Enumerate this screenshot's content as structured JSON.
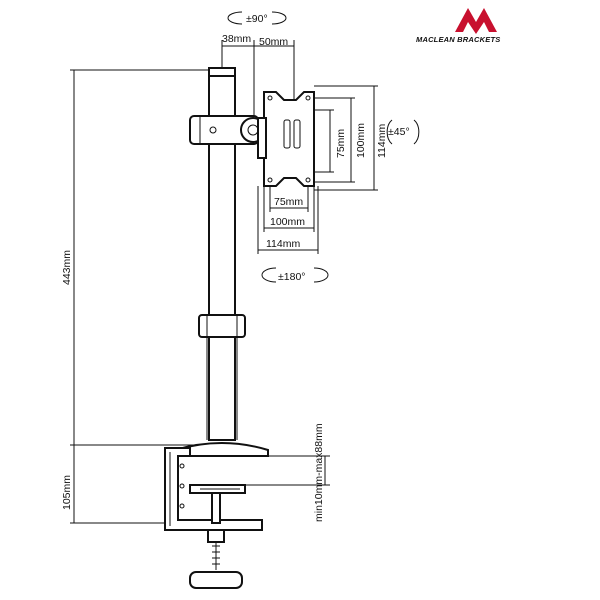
{
  "brand": {
    "name": "MACLEAN BRACKETS",
    "mark_color": "#c8102e"
  },
  "dimensions": {
    "total_height": "443mm",
    "clamp_height": "105mm",
    "desk_thickness": "min10mm-max88mm",
    "arm_offset_1": "38mm",
    "arm_offset_2": "50mm",
    "vesa_h_75": "75mm",
    "vesa_h_100": "100mm",
    "vesa_h_114": "114mm",
    "vesa_v_75": "75mm",
    "vesa_v_100": "100mm",
    "vesa_v_114": "114mm"
  },
  "rotations": {
    "tilt": "±90°",
    "swivel": "±180°",
    "rotate": "±45°"
  }
}
